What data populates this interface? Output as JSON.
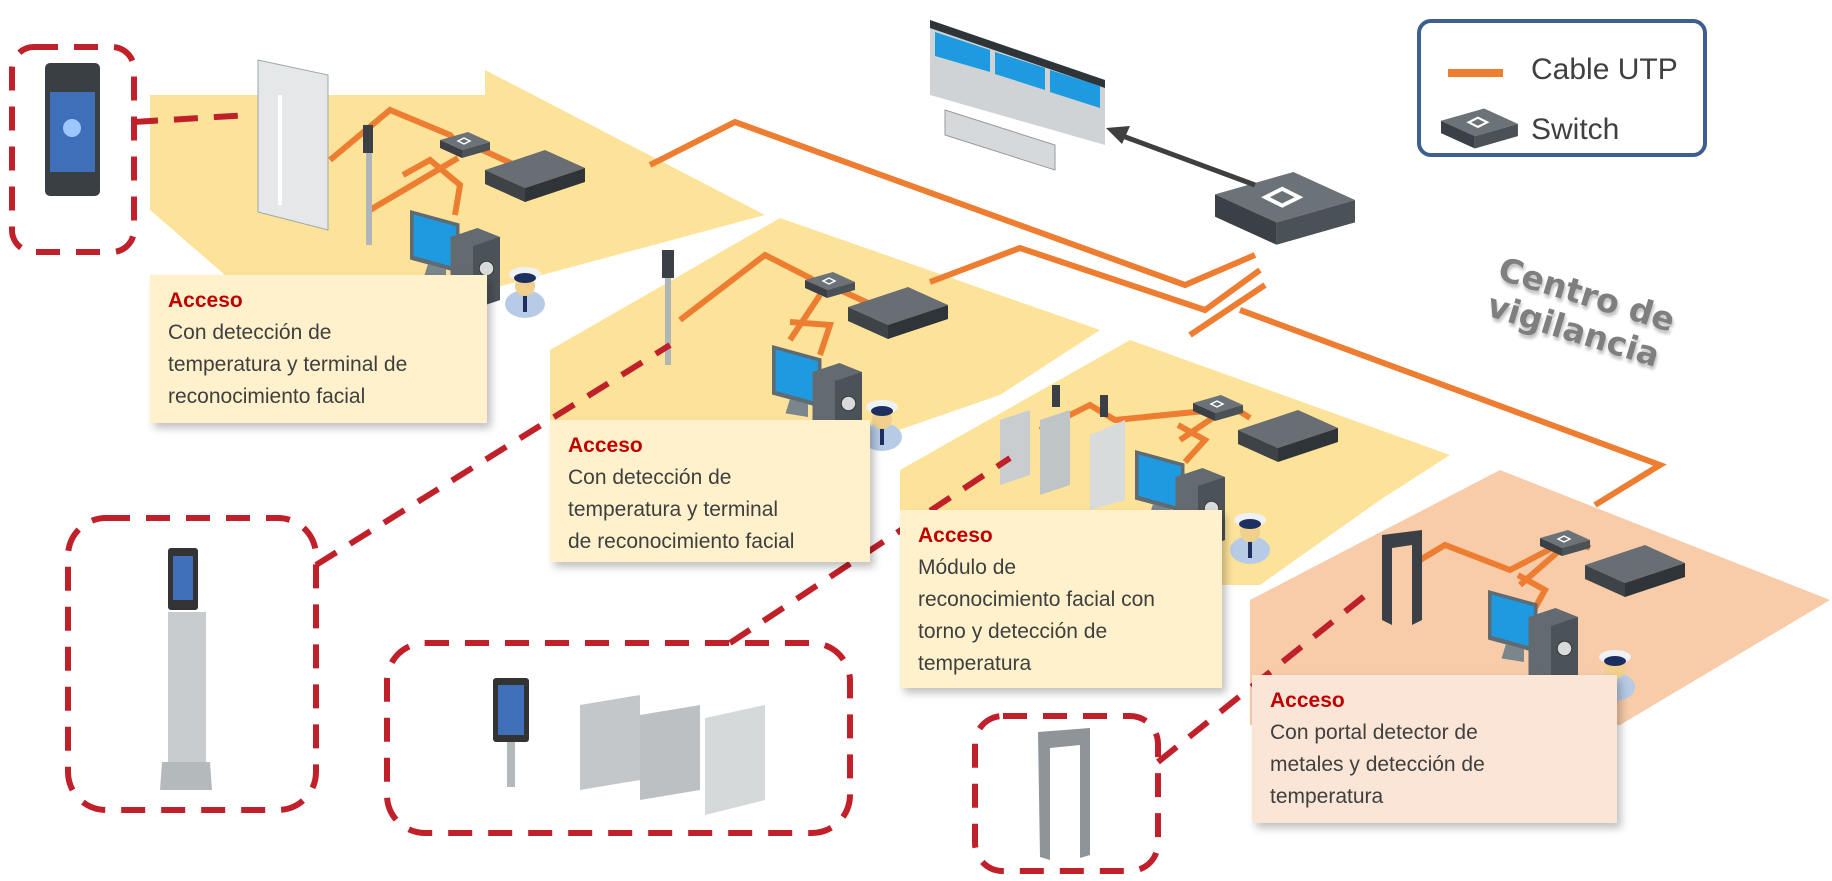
{
  "legend": {
    "items": [
      {
        "icon": "cable-line-icon",
        "label": "Cable UTP",
        "color": "#ed7d31"
      },
      {
        "icon": "switch-icon",
        "label": "Switch"
      }
    ]
  },
  "center": {
    "title_line1": "Centro de",
    "title_line2": "vigilancia"
  },
  "zones": [
    {
      "title": "Acceso",
      "text": "Con detección de\ntemperatura y terminal de\nreconocimiento facial"
    },
    {
      "title": "Acceso",
      "text": "Con detección de\ntemperatura y terminal\nde reconocimiento facial"
    },
    {
      "title": "Acceso",
      "text": "Módulo de\nreconocimiento facial con\ntorno  y detección de\ntemperatura"
    },
    {
      "title": "Acceso",
      "text": "Con portal detector de\nmetales y detección de\ntemperatura"
    }
  ],
  "colors": {
    "cable": "#ed7d31",
    "zone_yellow_floor": "#fde39a",
    "zone_yellow_box": "#fff1cc",
    "zone_orange_floor": "#f8cba9",
    "zone_orange_box": "#fbe5d6",
    "callout_dash": "#c0202a",
    "title_red": "#c00000",
    "legend_border": "#3d5f8f"
  }
}
